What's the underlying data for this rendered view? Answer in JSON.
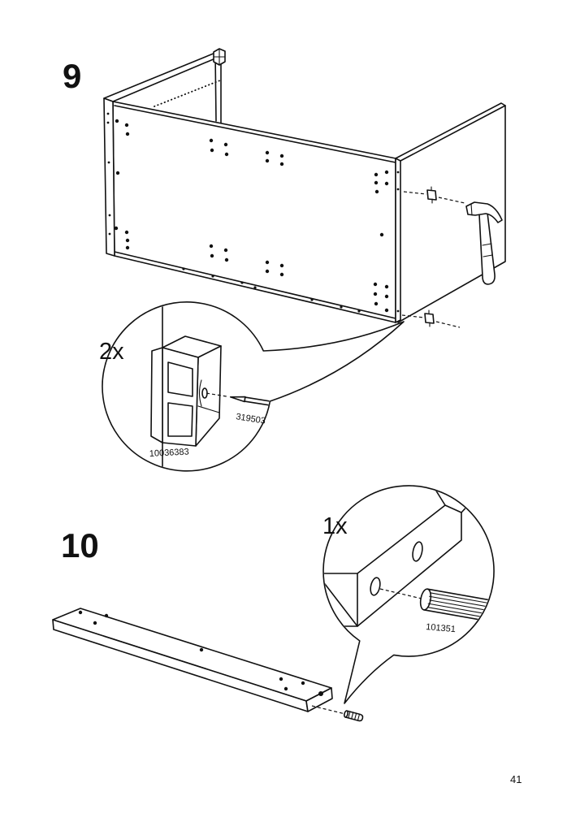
{
  "page": {
    "number": "41"
  },
  "steps": [
    {
      "number": "9",
      "tool_icon": "hammer-icon",
      "callout": {
        "quantity": "2x",
        "parts": [
          {
            "article": "319503"
          },
          {
            "article": "10036383"
          }
        ]
      }
    },
    {
      "number": "10",
      "callout": {
        "quantity": "1x",
        "parts": [
          {
            "article": "101351"
          }
        ]
      }
    }
  ],
  "colors": {
    "ink": "#111111",
    "background": "#ffffff"
  }
}
